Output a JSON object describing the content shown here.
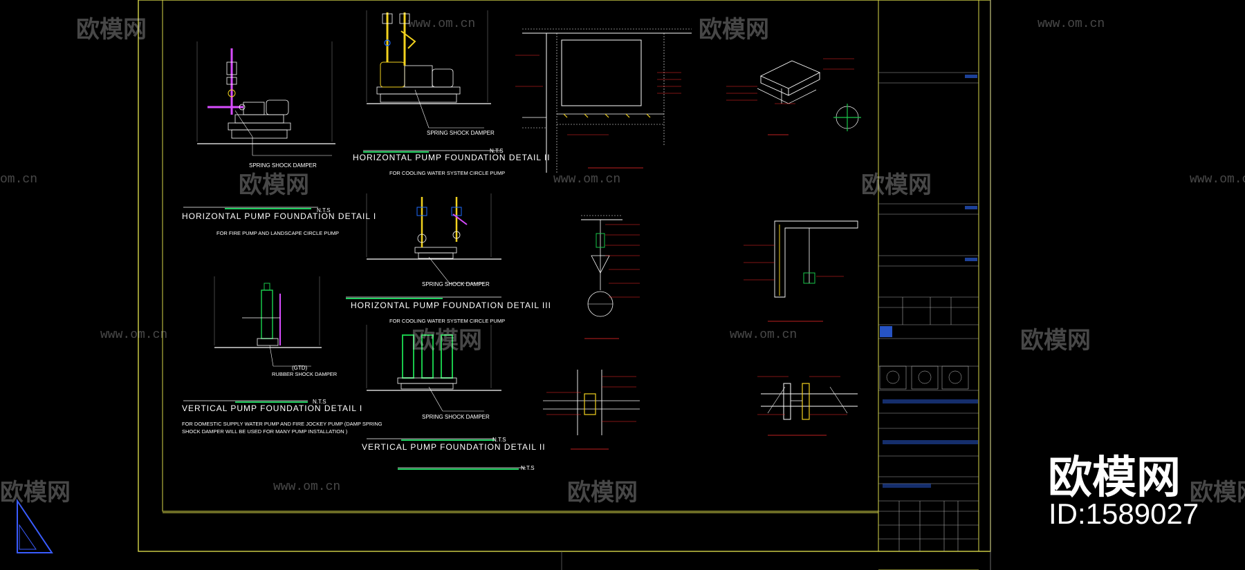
{
  "details": {
    "horizontal_1": {
      "damper": "SPRING SHOCK DAMPER",
      "title": "HORIZONTAL PUMP FOUNDATION DETAIL I",
      "scale": "N.T.S",
      "note": "FOR FIRE PUMP AND LANDSCAPE CIRCLE PUMP"
    },
    "horizontal_2": {
      "damper": "SPRING SHOCK DAMPER",
      "title": "HORIZONTAL PUMP FOUNDATION DETAIL II",
      "scale": "N.T.S",
      "note": "FOR COOLING WATER SYSTEM CIRCLE PUMP"
    },
    "horizontal_3": {
      "damper": "SPRING SHOCK DAMPER",
      "title": "HORIZONTAL PUMP FOUNDATION DETAIL III",
      "note": "FOR COOLING WATER SYSTEM CIRCLE PUMP"
    },
    "vertical_1": {
      "damper": "RUBBER SHOCK DAMPER",
      "damper_cn": "(GTD)",
      "title": "VERTICAL PUMP FOUNDATION DETAIL I",
      "scale": "N.T.S",
      "note1": "FOR DOMESTIC SUPPLY WATER PUMP AND FIRE JOCKEY PUMP (DAMP SPRING",
      "note2": "SHOCK DAMPER WILL BE USED FOR MANY PUMP INSTALLATION )"
    },
    "vertical_2": {
      "damper": "SPRING SHOCK DAMPER",
      "title": "VERTICAL PUMP FOUNDATION DETAIL II",
      "scale": "N.T.S"
    },
    "misc": {
      "scale": "N.T.S"
    }
  },
  "watermarks": {
    "brand": "欧模网",
    "url": "www.om.cn",
    "url_short": "om.cn"
  },
  "badge": {
    "brand": "欧模网",
    "id": "ID:1589027"
  },
  "colors": {
    "background": "#000000",
    "frame": "#d8d84a",
    "drawing": "#ffffff",
    "annotation": "#ff2a2a",
    "pump": "#19c84a",
    "pipe_magenta": "#d84cff",
    "valve_yellow": "#f2d21e",
    "dim_green": "#20d060"
  }
}
